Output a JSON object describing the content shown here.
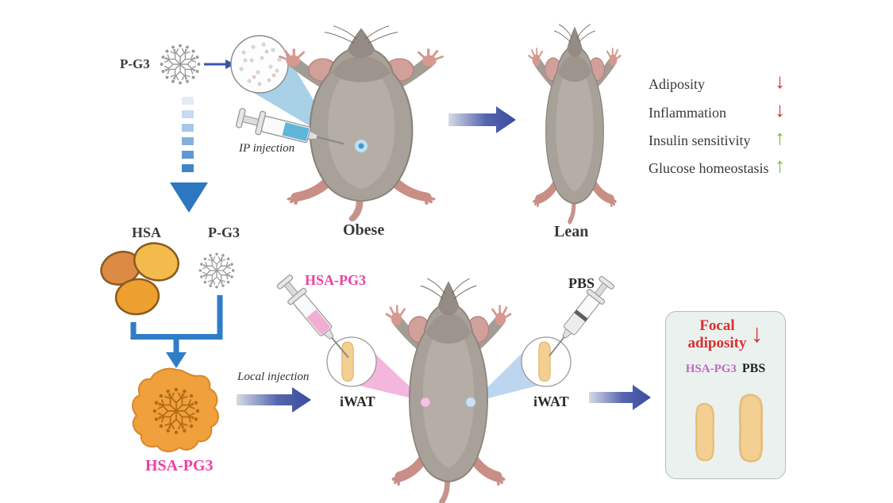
{
  "top_flow": {
    "pg3_label": "P-G3",
    "ip_injection_label": "IP injection",
    "obese_label": "Obese",
    "lean_label": "Lean"
  },
  "outcomes": [
    {
      "label": "Adiposity",
      "arrow": "↓",
      "direction": "down"
    },
    {
      "label": "Inflammation",
      "arrow": "↓",
      "direction": "down"
    },
    {
      "label": "Insulin sensitivity",
      "arrow": "↑",
      "direction": "up"
    },
    {
      "label": "Glucose homeostasis",
      "arrow": "↑",
      "direction": "up"
    }
  ],
  "synthesis": {
    "hsa_label": "HSA",
    "pg3_label": "P-G3",
    "product_label": "HSA-PG3",
    "local_injection_label": "Local injection"
  },
  "local_flow": {
    "hsa_pg3_syringe_label": "HSA-PG3",
    "pbs_syringe_label": "PBS",
    "iwat_left_label": "iWAT",
    "iwat_right_label": "iWAT"
  },
  "result_panel": {
    "title_line1": "Focal",
    "title_line2": "adiposity",
    "arrow": "↓",
    "hsa_pg3_label": "HSA-PG3",
    "pbs_label": "PBS"
  },
  "icons": {
    "dendrimer": "pg3-dendrimer-icon",
    "syringe": "syringe-icon",
    "magnifier_circle": "magnified-particles-icon",
    "fat_pad": "iwat-fat-pad-icon",
    "mouse": "mouse-dorsal-icon"
  },
  "colors": {
    "flow_arrow_blue": "#3b4ba0",
    "bracket_blue": "#2f7dc8",
    "dashed_arrow_blue": "#2d77c0",
    "down_arrow_red": "#e02b2b",
    "up_arrow_green": "#76b82a",
    "hsa_pg3_magenta": "#ee3fa0",
    "panel_magenta": "#c465c0",
    "panel_title_red": "#d93030",
    "panel_background": "#eaf1ef",
    "fat_pad_tan": "#f3cf92",
    "hsa_orange": "#eda030",
    "cloud_orange": "#f0a03c",
    "mouse_gray": "#a8a19a",
    "pink_cone": "#f2aed8",
    "blue_cone": "#b5d2ee",
    "ip_liquid_blue": "#5fb6d9"
  }
}
